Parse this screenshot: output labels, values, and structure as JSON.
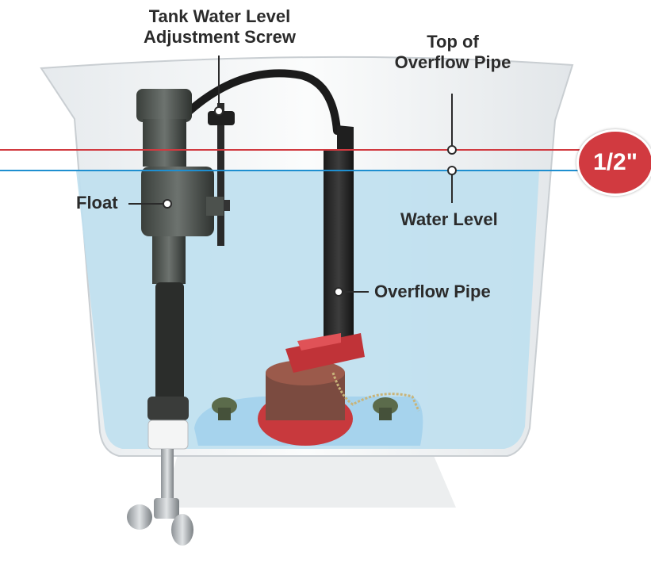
{
  "labels": {
    "adjustment_screw_line1": "Tank Water Level",
    "adjustment_screw_line2": "Adjustment Screw",
    "overflow_top_line1": "Top of",
    "overflow_top_line2": "Overflow Pipe",
    "float": "Float",
    "water_level": "Water Level",
    "overflow_pipe": "Overflow Pipe"
  },
  "badge": "1/2\"",
  "colors": {
    "top_line": "#d13a40",
    "water_line": "#1f8fd0",
    "water": "#bfe0ef",
    "badge": "#d13a40"
  }
}
